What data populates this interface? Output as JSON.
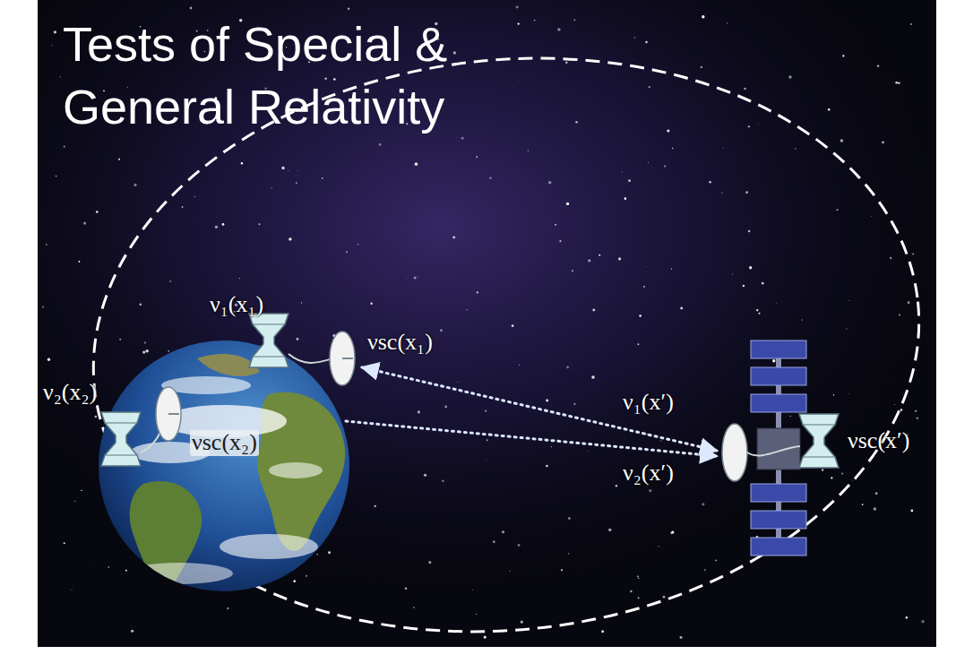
{
  "diagram": {
    "title": "Tests of Special & General Relativity",
    "labels": [
      "ν₁(x₁)",
      "νsc(x₁)",
      "ν₂(x₂)",
      "νsc(x₂)",
      "ν₁(x′)",
      "ν₂(x′)",
      "νsc(x′)"
    ]
  }
}
